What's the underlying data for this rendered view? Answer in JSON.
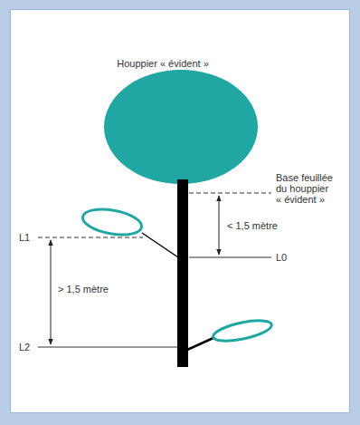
{
  "diagram": {
    "labels": [
      "Houppier « évident »",
      "Base feuillée du houppier « évident »",
      "< 1,5 mètre",
      "L0",
      "L1",
      "> 1,5 mètre",
      "L2"
    ]
  }
}
